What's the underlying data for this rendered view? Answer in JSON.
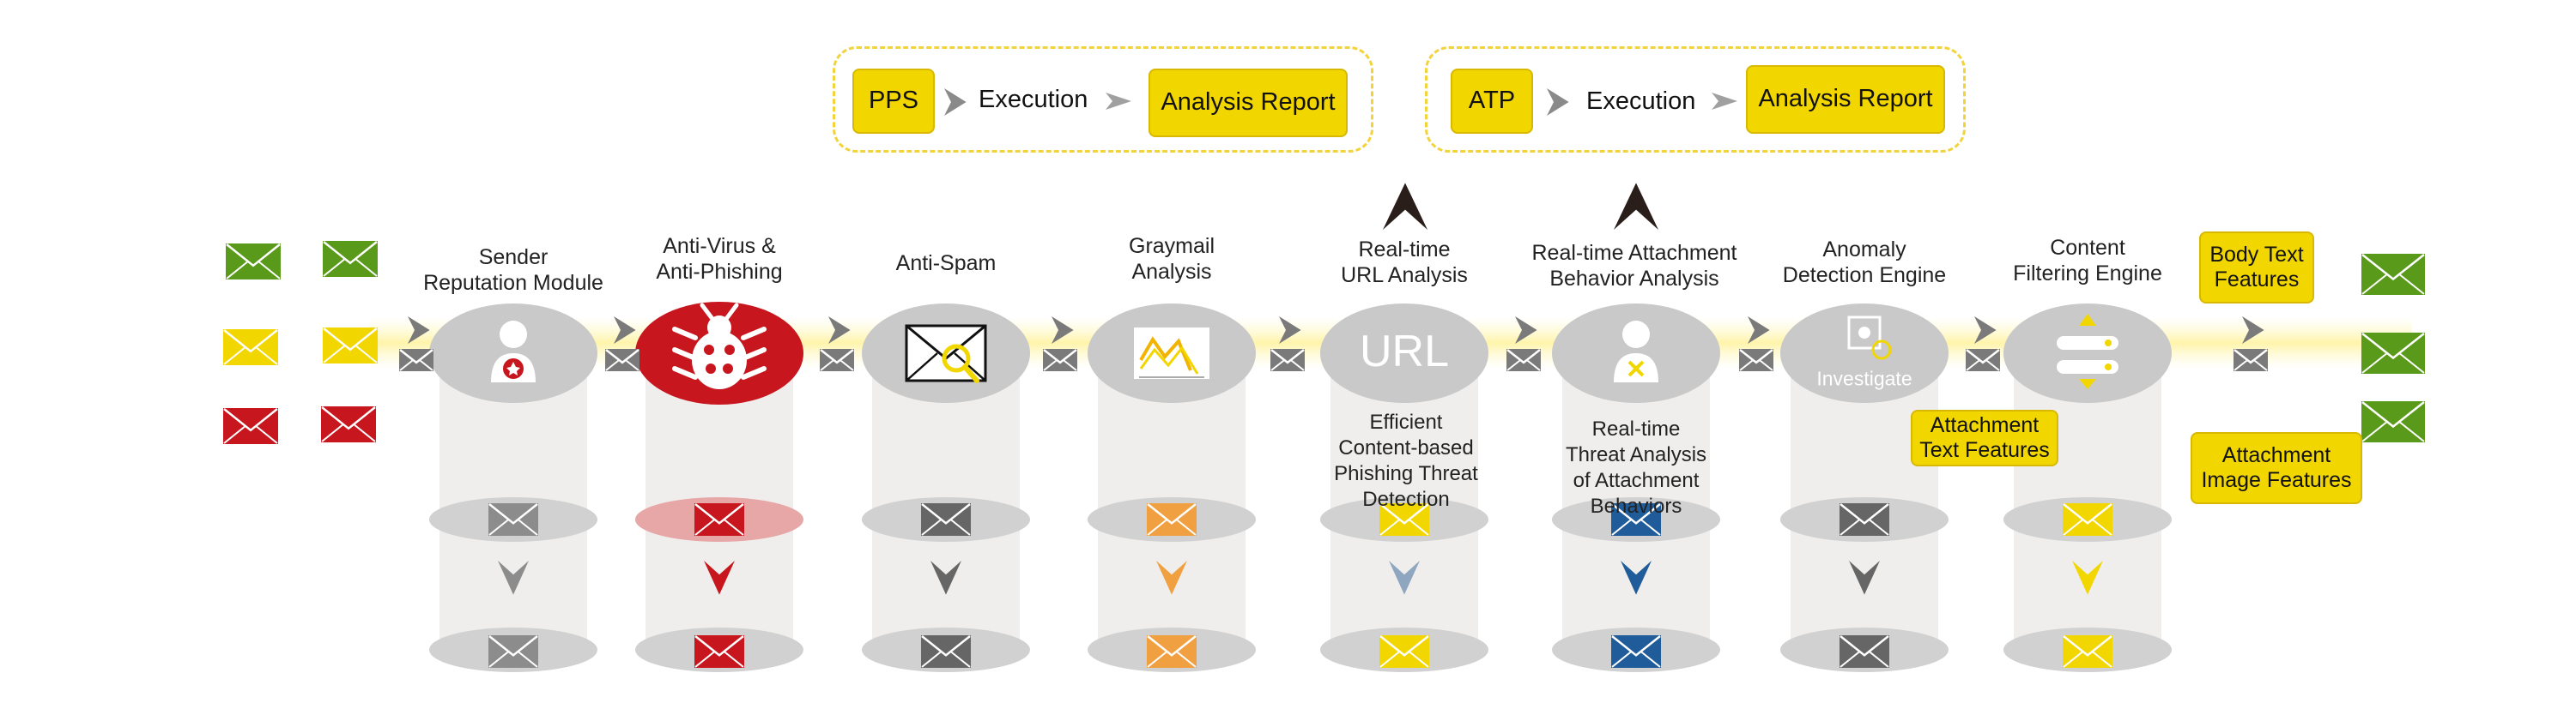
{
  "top_flows": [
    {
      "source": "PPS",
      "step": "Execution",
      "result": "Analysis Report"
    },
    {
      "source": "ATP",
      "step": "Execution",
      "result": "Analysis Report"
    }
  ],
  "stages": [
    {
      "title": "Sender\nReputation Module",
      "icon": "user-badge-icon",
      "status_color": "#8c8c8c"
    },
    {
      "title": "Anti-Virus &\nAnti-Phishing",
      "icon": "bug-icon",
      "status_color": "#c8161e"
    },
    {
      "title": "Anti-Spam",
      "icon": "envelope-search-icon",
      "status_color": "#666666"
    },
    {
      "title": "Graymail\nAnalysis",
      "icon": "chart-icon",
      "status_color": "#f0a040"
    },
    {
      "title": "Real-time\nURL Analysis",
      "icon_text": "URL",
      "body": "Efficient\nContent-based\nPhishing Threat\nDetection",
      "status_color": "#f2d600",
      "arrow_color": "#8fa6c0"
    },
    {
      "title": "Real-time Attachment\nBehavior Analysis",
      "icon": "user-x-icon",
      "body": "Real-time\nThreat Analysis\nof Attachment\nBehaviors",
      "status_color": "#1f5c99"
    },
    {
      "title": "Anomaly\nDetection Engine",
      "icon": "puzzle-icon",
      "icon_text": "Investigate",
      "status_color": "#666666"
    },
    {
      "title": "Content\nFiltering Engine",
      "icon": "filter-icon",
      "status_color": "#f2d600"
    }
  ],
  "features": {
    "body_text": "Body Text\nFeatures",
    "attachment_text": "Attachment\nText Features",
    "attachment_image": "Attachment\nImage Features"
  },
  "colors": {
    "yellow": "#f2d600",
    "green": "#5a9a1a",
    "red": "#c8161e",
    "gray_cylinder": "#c9c9c9"
  }
}
